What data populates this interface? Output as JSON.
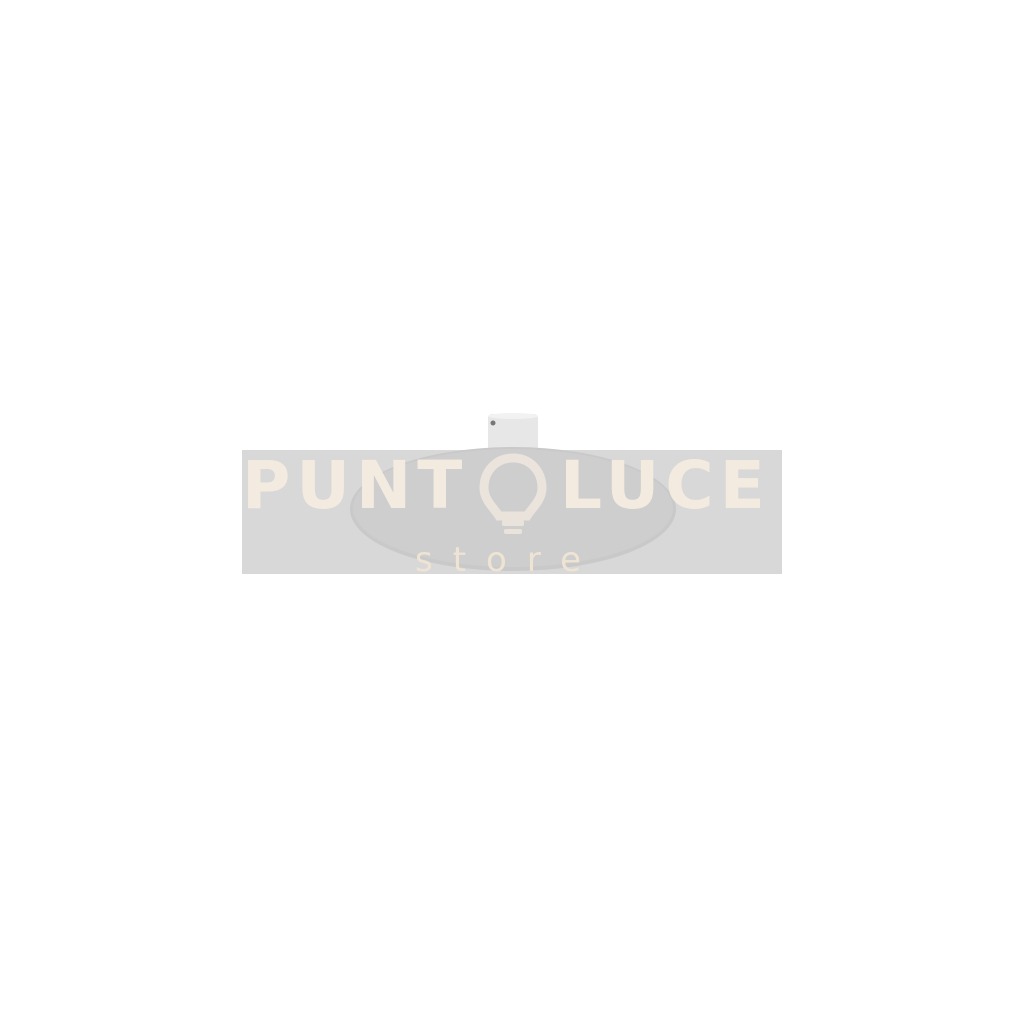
{
  "watermark": {
    "word_left": "PUNT",
    "word_right": "LUCE",
    "subtitle": "store",
    "bulb_icon": "lightbulb-icon"
  },
  "product": {
    "type": "ceiling lamp",
    "colors": {
      "disc": "#c9c9c9",
      "canopy": "#e7e7e7",
      "band": "#d8d8d8",
      "watermark_text": "#f3ebe0"
    }
  }
}
